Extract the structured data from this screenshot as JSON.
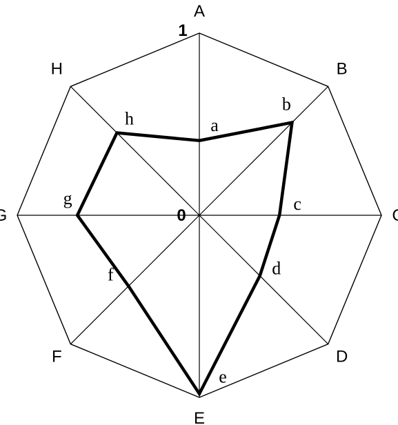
{
  "chart_data": {
    "type": "radar",
    "axes": [
      "A",
      "B",
      "C",
      "D",
      "E",
      "F",
      "G",
      "H"
    ],
    "scale_labels": {
      "center": "0",
      "outer": "1"
    },
    "range": [
      0,
      1
    ],
    "series": [
      {
        "point_labels": [
          "a",
          "b",
          "c",
          "d",
          "e",
          "f",
          "g",
          "h"
        ],
        "values": [
          0.41,
          0.72,
          0.44,
          0.47,
          0.98,
          0.55,
          0.67,
          0.64
        ]
      }
    ]
  }
}
